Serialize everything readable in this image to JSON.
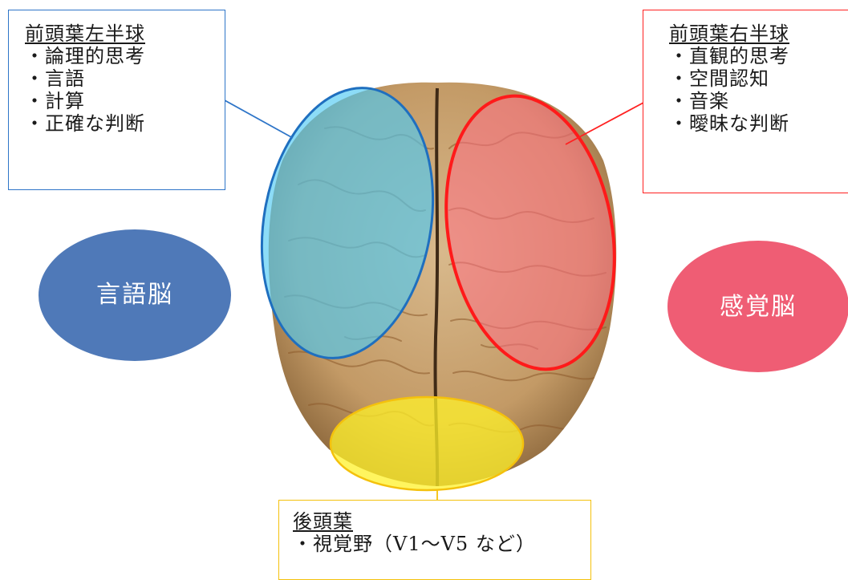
{
  "left_callout": {
    "title": "前頭葉左半球",
    "items": [
      "論理的思考",
      "言語",
      "計算",
      "正確な判断"
    ]
  },
  "right_callout": {
    "title": "前頭葉右半球",
    "items": [
      "直観的思考",
      "空間認知",
      "音楽",
      "曖昧な判断"
    ]
  },
  "bottom_callout": {
    "title": "後頭葉",
    "items": [
      "視覚野（V1～V5 など）"
    ]
  },
  "language_brain_label": "言語脳",
  "sensory_brain_label": "感覚脳",
  "colors": {
    "left_accent": "#2e75c8",
    "right_accent": "#ff2020",
    "bottom_accent": "#f4c10c",
    "language_ellipse": "#4f79b8",
    "sensory_ellipse": "#ef5d74",
    "left_overlay": "#4fc9f2",
    "right_overlay": "#ff6f85",
    "bottom_overlay": "#fff12a"
  }
}
